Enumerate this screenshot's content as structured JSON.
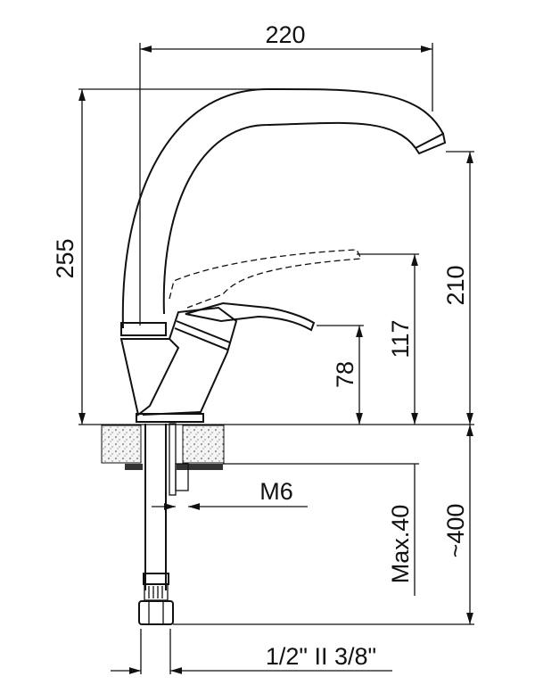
{
  "drawing": {
    "dimensions": {
      "width_spout": "220",
      "total_height": "255",
      "spout_outlet_height": "210",
      "lever_raised_height": "117",
      "lever_height": "78",
      "bolt_thread": "M6",
      "max_counter_thickness": "Max.40",
      "hose_length": "~400",
      "connection": "1/2\" II 3/8\""
    }
  }
}
